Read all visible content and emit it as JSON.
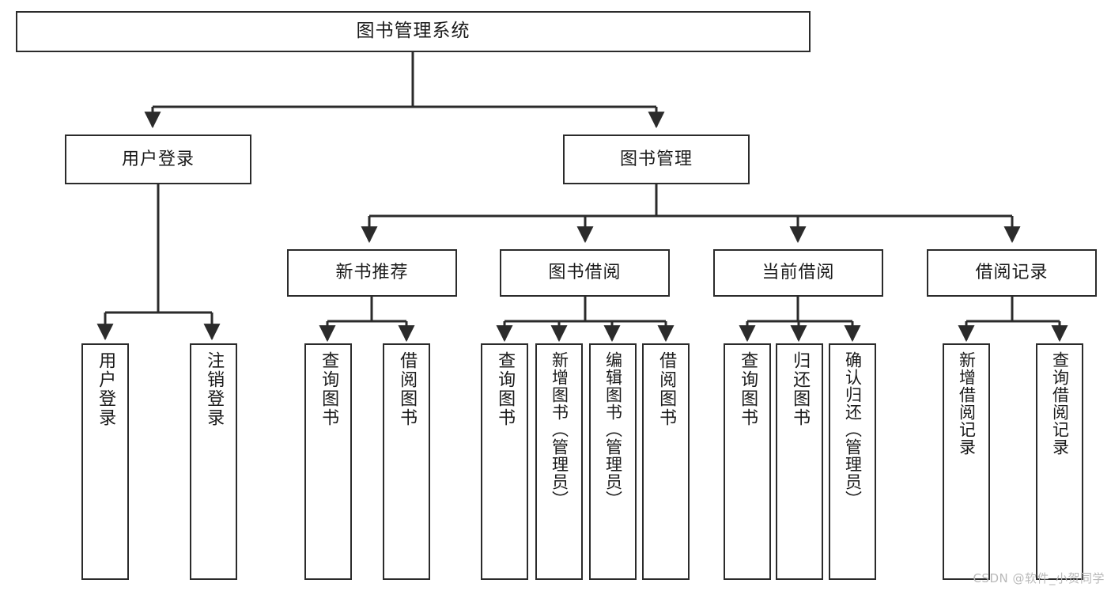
{
  "diagram": {
    "title": "图书管理系统",
    "type": "tree",
    "colors": {
      "stroke": "#2b2b2b",
      "node_fill": "#ffffff",
      "background": "#ffffff",
      "watermark": "#b9b9b9"
    },
    "watermark": "CSDN @软件_小贺同学",
    "nodes": {
      "root": {
        "label": "图书管理系统"
      },
      "level1": [
        {
          "id": "user-login",
          "label": "用户登录"
        },
        {
          "id": "book-management",
          "label": "图书管理"
        }
      ],
      "level2": [
        {
          "id": "new-book-recommend",
          "label": "新书推荐"
        },
        {
          "id": "book-borrow",
          "label": "图书借阅"
        },
        {
          "id": "current-borrow",
          "label": "当前借阅"
        },
        {
          "id": "borrow-record",
          "label": "借阅记录"
        }
      ],
      "leaves": {
        "user-login": [
          {
            "id": "leaf-user-login",
            "label": "用户登录"
          },
          {
            "id": "leaf-logout",
            "label": "注销登录"
          }
        ],
        "new-book-recommend": [
          {
            "id": "leaf-query-book-1",
            "label": "查询图书"
          },
          {
            "id": "leaf-borrow-book-1",
            "label": "借阅图书"
          }
        ],
        "book-borrow": [
          {
            "id": "leaf-query-book-2",
            "label": "查询图书"
          },
          {
            "id": "leaf-add-book",
            "label": "新增图书（管理员）"
          },
          {
            "id": "leaf-edit-book",
            "label": "编辑图书（管理员）"
          },
          {
            "id": "leaf-borrow-book-2",
            "label": "借阅图书"
          }
        ],
        "current-borrow": [
          {
            "id": "leaf-query-book-3",
            "label": "查询图书"
          },
          {
            "id": "leaf-return-book",
            "label": "归还图书"
          },
          {
            "id": "leaf-confirm-return",
            "label": "确认归还（管理员）"
          }
        ],
        "borrow-record": [
          {
            "id": "leaf-add-record",
            "label": "新增借阅记录"
          },
          {
            "id": "leaf-query-record",
            "label": "查询借阅记录"
          }
        ]
      }
    }
  }
}
